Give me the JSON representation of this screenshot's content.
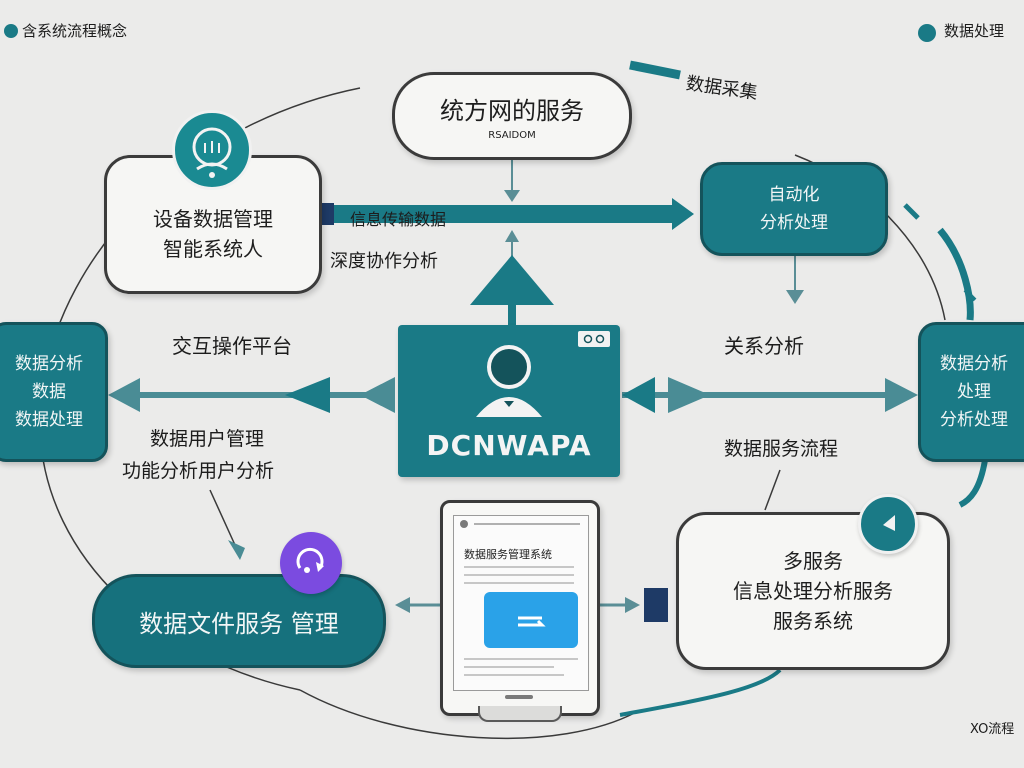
{
  "corner_top_left": "含系统流程概念",
  "corner_top_right": "数据处理",
  "corner_bottom_right": "XO流程",
  "top_box": {
    "title": "统方网的服务",
    "subtitle": "RSAIDOM"
  },
  "top_right_label": "数据采集",
  "left_top_box": {
    "line1": "设备数据管理",
    "line2": "智能系统人"
  },
  "arrow_label_top": "信息传输数据",
  "arrow_label_mid": "深度协作分析",
  "right_top_box": {
    "line1": "自动化",
    "line2": "分析处理"
  },
  "left_mid_box": {
    "line1": "数据分析",
    "line2": "数据",
    "line3": "数据处理"
  },
  "left_label": "交互操作平台",
  "right_label": "关系分析",
  "right_mid_box": {
    "line1": "数据分析",
    "line2": "处理",
    "line3": "分析处理"
  },
  "center_box": {
    "title": "DCNWAPA"
  },
  "left_lower_label_1": "数据用户管理",
  "left_lower_label_2": "功能分析用户分析",
  "right_lower_label": "数据服务流程",
  "bottom_left_box": {
    "text": "数据文件服务 管理"
  },
  "tablet": {
    "header": "数据服务管理系统"
  },
  "bottom_right_box": {
    "line1": "多服务",
    "line2": "信息处理分析服务",
    "line3": "服务系统"
  },
  "colors": {
    "teal": "#1a7a86",
    "teal_dark": "#14535b",
    "background": "#ebebea",
    "accent_purple": "#7b4be0",
    "accent_blue": "#2aa2e8"
  }
}
